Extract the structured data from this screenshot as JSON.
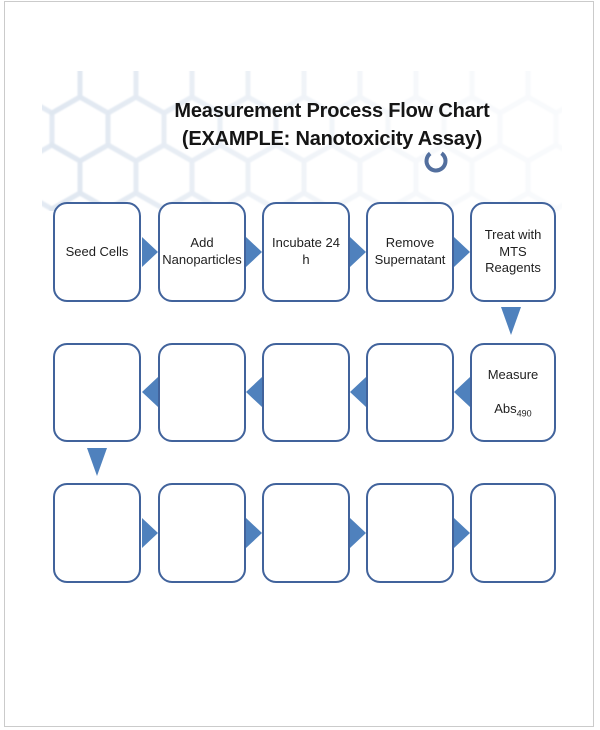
{
  "header": {
    "title_line1": "Measurement Process Flow Chart",
    "title_line2": "(EXAMPLE: Nanotoxicity Assay)"
  },
  "flowchart": {
    "row1_boxes": [
      "Seed Cells",
      "Add\nNanoparticles",
      "Incubate 24 h",
      "Remove\nSupernatant",
      "Treat with\nMTS\nReagents"
    ],
    "measure_box": {
      "line1": "Measure",
      "abs_text": "Abs",
      "abs_subscript": "490"
    },
    "row1_flow_direction": "right",
    "row2_flow_direction": "left",
    "row3_flow_direction": "right"
  },
  "colors": {
    "accent_bar": "#2d3f6d",
    "box_border": "#41639c",
    "arrow": "#4f81bd",
    "title_text": "#151515",
    "box_text": "#1f1f1f",
    "hex_pattern": "#d9e3ef",
    "ring_accent": "#3b5b91",
    "page_border": "#cbcbcb"
  }
}
